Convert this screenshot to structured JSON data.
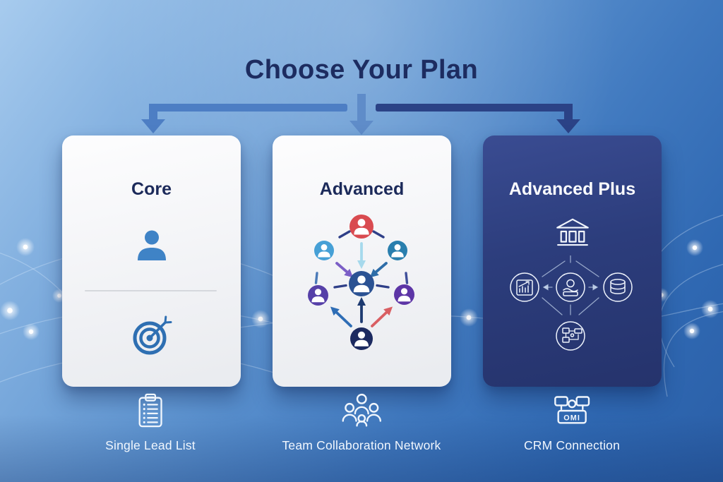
{
  "title": "Choose Your Plan",
  "plans": [
    {
      "name": "Core",
      "theme": "light",
      "icons": [
        "person-icon",
        "target-icon"
      ]
    },
    {
      "name": "Advanced",
      "theme": "light",
      "icons": [
        "team-network-graphic"
      ]
    },
    {
      "name": "Advanced Plus",
      "theme": "dark",
      "icons": [
        "bank-icon",
        "analytics-chart-icon",
        "contact-icon",
        "database-icon",
        "workflow-icon"
      ]
    }
  ],
  "features": [
    {
      "label": "Single Lead List",
      "icon": "clipboard-list-icon"
    },
    {
      "label": "Team Collaboration Network",
      "icon": "team-people-icon"
    },
    {
      "label": "CRM Connection",
      "icon": "crm-connection-icon",
      "icon_text": "OMI"
    }
  ],
  "colors": {
    "background_top": "#a7cbee",
    "background_bottom": "#2b5fa7",
    "title_text": "#1d2c60",
    "card_light": "#f2f3f6",
    "card_dark": "#2c3d7c",
    "connector_left": "#4d7ec4",
    "connector_center": "#5f8cc9",
    "connector_right": "#2b4286",
    "accent_blue": "#3f83c6",
    "node_red": "#d94b50",
    "node_lightblue": "#46a0d6",
    "node_teal": "#2a7fae",
    "node_center_blue": "#2b5293",
    "node_purple": "#5640a8",
    "node_violet": "#5d35a6",
    "node_navy": "#1c2a60",
    "arrow_cyan": "#a6d9ec",
    "arrow_purple": "#7b5ec6",
    "arrow_red": "#d95f63"
  }
}
